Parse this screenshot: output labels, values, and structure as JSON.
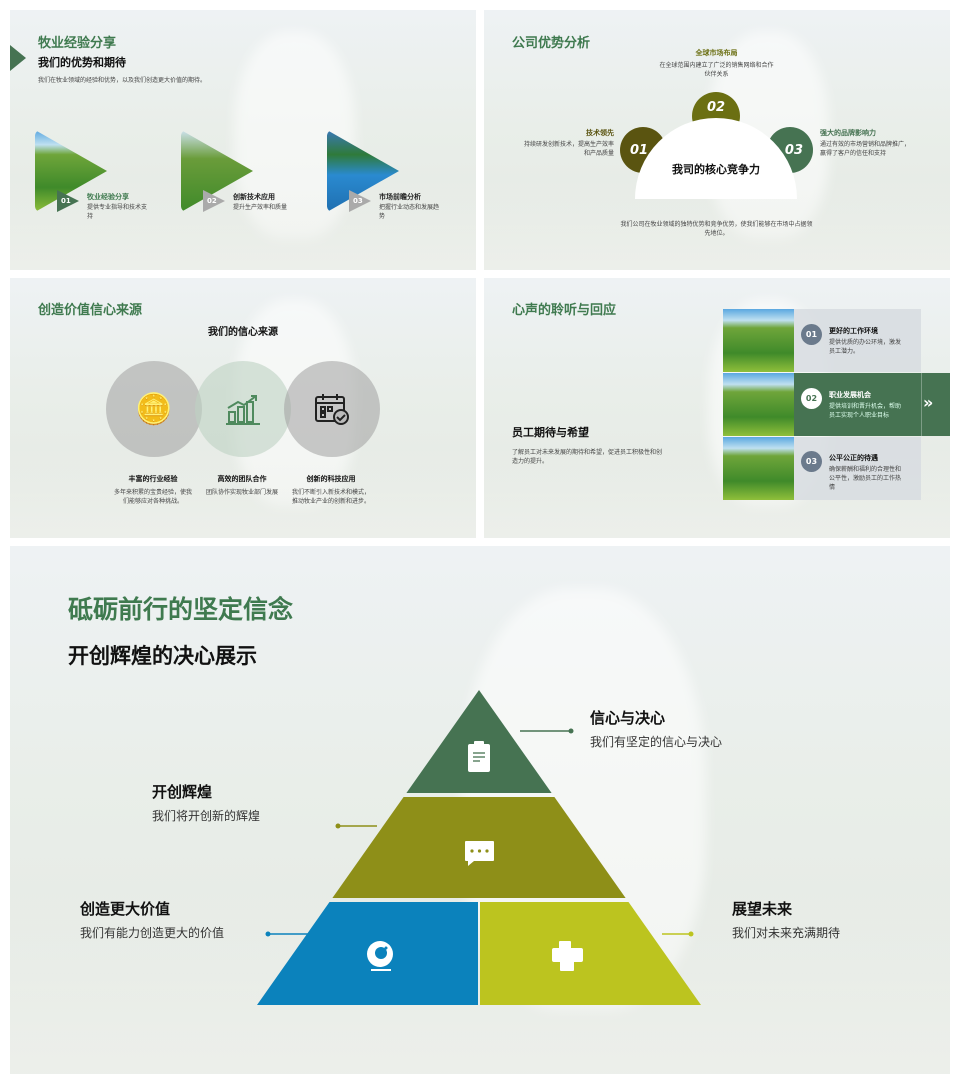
{
  "slide1": {
    "title": "牧业经验分享",
    "subtitle": "我们的优势和期待",
    "desc": "我们在牧业领域的经验和优势，以及我们创造更大价值的期待。",
    "items": [
      {
        "num": "01",
        "title": "牧业经验分享",
        "desc": "提供专业指导和技术支持"
      },
      {
        "num": "02",
        "title": "创新技术应用",
        "desc": "提升生产效率和质量"
      },
      {
        "num": "03",
        "title": "市场前瞻分析",
        "desc": "把握行业动态和发展趋势"
      }
    ]
  },
  "slide2": {
    "title": "公司优势分析",
    "center": "我司的核心竞争力",
    "items": [
      {
        "num": "01",
        "title": "技术领先",
        "desc": "持续研发创新技术，提高生产效率和产品质量",
        "color": "#5a5410"
      },
      {
        "num": "02",
        "title": "全球市场布局",
        "desc": "在全球范围内建立了广泛的销售网络和合作伙伴关系",
        "color": "#6b6f12"
      },
      {
        "num": "03",
        "title": "强大的品牌影响力",
        "desc": "通过有效的市场营销和品牌推广，赢得了客户的信任和支持",
        "color": "#467352"
      }
    ],
    "footer": "我们公司在牧业领域的独特优势和竞争优势，使我们能够在市场中占据领先地位。"
  },
  "slide3": {
    "title": "创造价值信心来源",
    "subtitle": "我们的信心来源",
    "items": [
      {
        "icon": "coins-icon",
        "title": "丰富的行业经验",
        "desc": "多年来积累的宝贵经验，使我们能够应对各种挑战。"
      },
      {
        "icon": "growth-chart-icon",
        "title": "高效的团队合作",
        "desc": "团队协作实现牧业部门发展"
      },
      {
        "icon": "calendar-check-icon",
        "title": "创新的科技应用",
        "desc": "我们不断引入新技术和模式，推动牧业产业的创新和进步。"
      }
    ]
  },
  "slide4": {
    "title": "心声的聆听与回应",
    "heading": "员工期待与希望",
    "desc": "了解员工对未来发展的期待和希望，促进员工积极性和创造力的提升。",
    "items": [
      {
        "num": "01",
        "title": "更好的工作环境",
        "desc": "提供优质的办公环境，激发员工潜力。"
      },
      {
        "num": "02",
        "title": "职业发展机会",
        "desc": "提供培训和晋升机会，帮助员工实现个人职业目标"
      },
      {
        "num": "03",
        "title": "公平公正的待遇",
        "desc": "确保薪酬和福利的合理性和公平性，激励员工的工作热情"
      }
    ]
  },
  "slide5": {
    "title": "砥砺前行的坚定信念",
    "subtitle": "开创辉煌的决心展示",
    "items": [
      {
        "title": "信心与决心",
        "desc": "我们有坚定的信心与决心",
        "color": "#467352",
        "icon": "clipboard-icon"
      },
      {
        "title": "开创辉煌",
        "desc": "我们将开创新的辉煌",
        "color": "#8e8f18",
        "icon": "chat-icon"
      },
      {
        "title": "创造更大价值",
        "desc": "我们有能力创造更大的价值",
        "color": "#0b82bc",
        "icon": "webcam-icon"
      },
      {
        "title": "展望未来",
        "desc": "我们对未来充满期待",
        "color": "#bcc41f",
        "icon": "printer-icon"
      }
    ]
  },
  "colors": {
    "brand_green": "#3f7a4f"
  }
}
